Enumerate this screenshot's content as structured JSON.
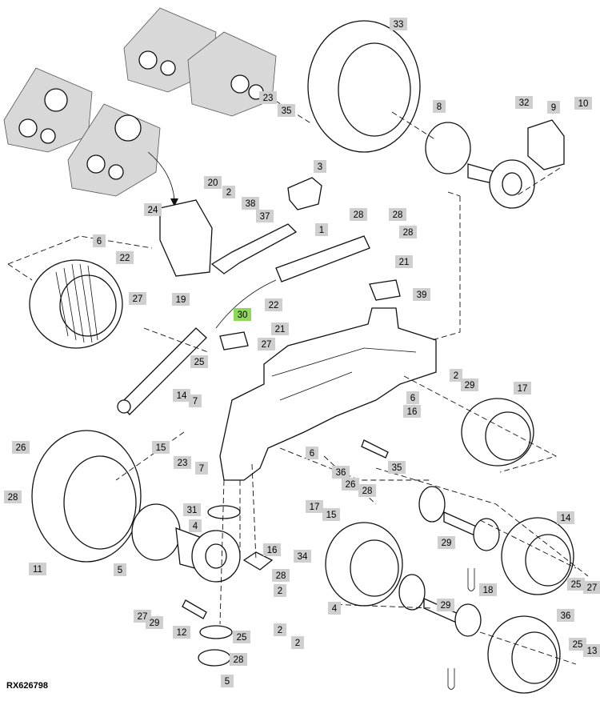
{
  "figure": {
    "id_label": "RX626798",
    "highlight_color": "#8fd85a",
    "callout_color": "#cfcfcf"
  },
  "callouts": [
    {
      "label": "33"
    },
    {
      "label": "23"
    },
    {
      "label": "35"
    },
    {
      "label": "8"
    },
    {
      "label": "32"
    },
    {
      "label": "9"
    },
    {
      "label": "10"
    },
    {
      "label": "3"
    },
    {
      "label": "20"
    },
    {
      "label": "2"
    },
    {
      "label": "38"
    },
    {
      "label": "24"
    },
    {
      "label": "37"
    },
    {
      "label": "28"
    },
    {
      "label": "28"
    },
    {
      "label": "28"
    },
    {
      "label": "1"
    },
    {
      "label": "6"
    },
    {
      "label": "22"
    },
    {
      "label": "21"
    },
    {
      "label": "39"
    },
    {
      "label": "27"
    },
    {
      "label": "19"
    },
    {
      "label": "22"
    },
    {
      "label": "30",
      "highlight": true
    },
    {
      "label": "21"
    },
    {
      "label": "27"
    },
    {
      "label": "25"
    },
    {
      "label": "2"
    },
    {
      "label": "29"
    },
    {
      "label": "17"
    },
    {
      "label": "14"
    },
    {
      "label": "7"
    },
    {
      "label": "6"
    },
    {
      "label": "16"
    },
    {
      "label": "15"
    },
    {
      "label": "23"
    },
    {
      "label": "26"
    },
    {
      "label": "7"
    },
    {
      "label": "6"
    },
    {
      "label": "36"
    },
    {
      "label": "35"
    },
    {
      "label": "28"
    },
    {
      "label": "26"
    },
    {
      "label": "28"
    },
    {
      "label": "31"
    },
    {
      "label": "4"
    },
    {
      "label": "29"
    },
    {
      "label": "14"
    },
    {
      "label": "17"
    },
    {
      "label": "15"
    },
    {
      "label": "16"
    },
    {
      "label": "34"
    },
    {
      "label": "11"
    },
    {
      "label": "5"
    },
    {
      "label": "18"
    },
    {
      "label": "28"
    },
    {
      "label": "2"
    },
    {
      "label": "25"
    },
    {
      "label": "27"
    },
    {
      "label": "27"
    },
    {
      "label": "29"
    },
    {
      "label": "4"
    },
    {
      "label": "29"
    },
    {
      "label": "36"
    },
    {
      "label": "12"
    },
    {
      "label": "25"
    },
    {
      "label": "2"
    },
    {
      "label": "2"
    },
    {
      "label": "25"
    },
    {
      "label": "13"
    },
    {
      "label": "28"
    },
    {
      "label": "5"
    }
  ]
}
